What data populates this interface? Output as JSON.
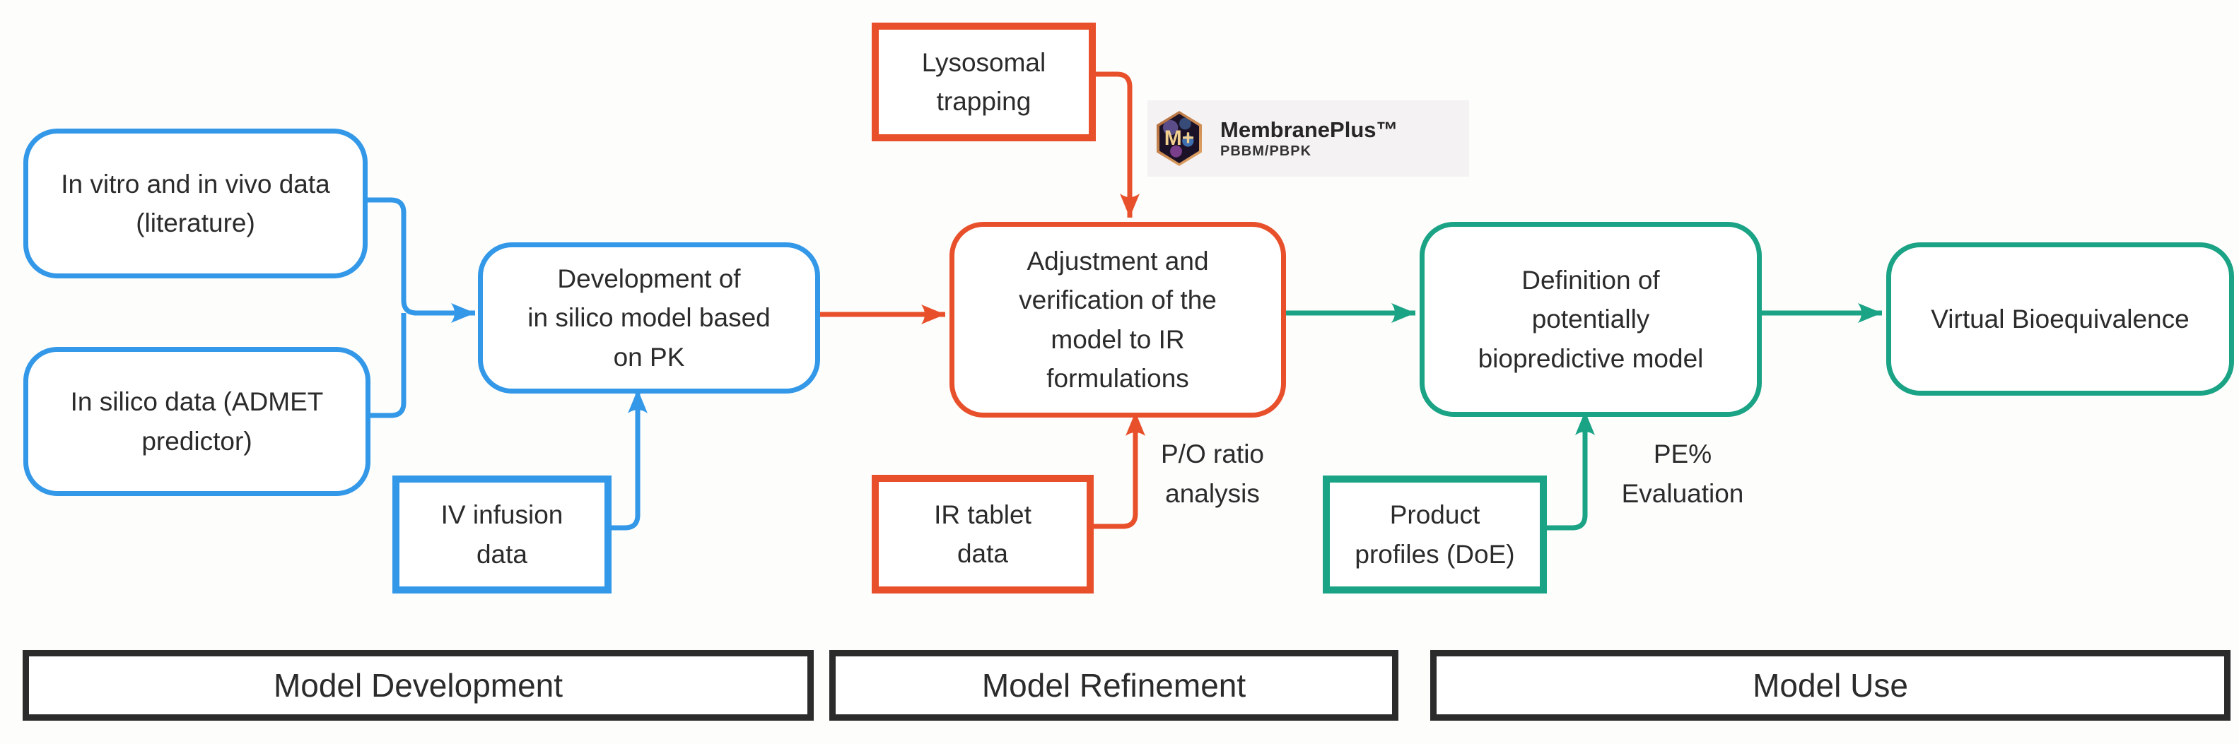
{
  "colors": {
    "blue": "#3398E8",
    "red": "#E8502C",
    "green": "#1AA384",
    "text": "#2B2B2B",
    "background": "#FDFDFC"
  },
  "nodes": {
    "in_vitro": {
      "label": "In vitro and in vivo data\n(literature)"
    },
    "in_silico": {
      "label": "In silico data (ADMET\npredictor)"
    },
    "development": {
      "label": "Development of\nin silico model based\non PK"
    },
    "iv_infusion": {
      "label": "IV infusion\ndata"
    },
    "lysosomal": {
      "label": "Lysosomal\ntrapping"
    },
    "adjustment": {
      "label": "Adjustment and\nverification of the\nmodel to IR\nformulations"
    },
    "ir_tablet": {
      "label": "IR tablet\ndata"
    },
    "product_profiles": {
      "label": "Product\nprofiles (DoE)"
    },
    "definition": {
      "label": "Definition of\npotentially\nbiopredictive model"
    },
    "virtual_bioequivalence": {
      "label": "Virtual Bioequivalence"
    }
  },
  "annotations": {
    "po_ratio": {
      "label": "P/O ratio\nanalysis"
    },
    "pe_evaluation": {
      "label": "PE%\nEvaluation"
    }
  },
  "logo": {
    "badge": "M+",
    "title": "MembranePlus™",
    "subtitle": "PBBM/PBPK"
  },
  "stages": {
    "development": {
      "label": "Model Development"
    },
    "refinement": {
      "label": "Model Refinement"
    },
    "use": {
      "label": "Model Use"
    }
  }
}
